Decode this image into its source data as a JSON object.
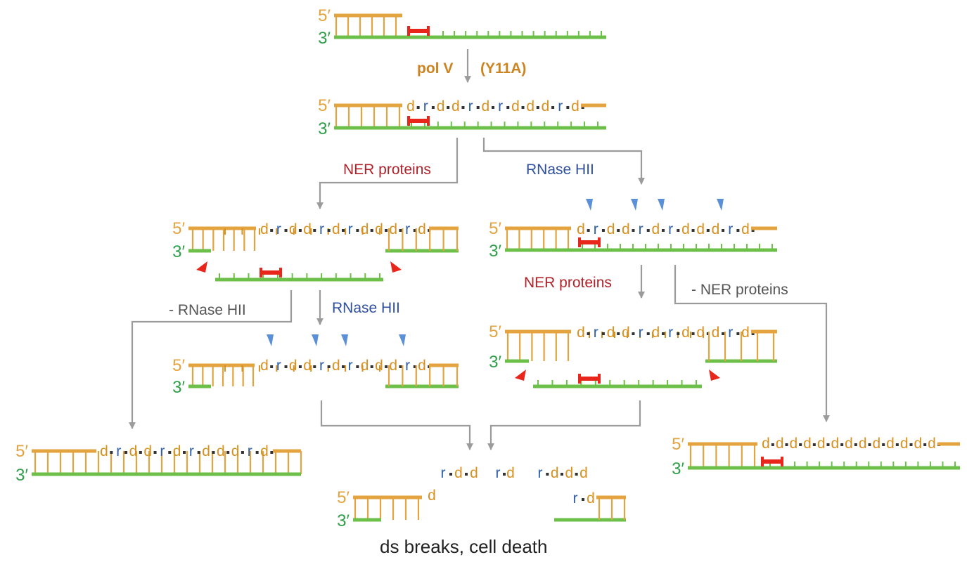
{
  "colors": {
    "dna_strand": "#E3A33E",
    "template_strand": "#6CC04A",
    "template_label": "#2E9E48",
    "d_nuc": "#D8901F",
    "r_nuc": "#2F5FA8",
    "lesion": "#E8261B",
    "ner_cut": "#E8261B",
    "rnase_cut": "#5B8FD6",
    "arrow": "#9B9B9B",
    "ner_label": "#B0222A",
    "rnase_label": "#2F4F9F",
    "minus_label": "#555555",
    "polv_label": "#CC8420",
    "caption": "#222222"
  },
  "strand_labels": {
    "five_prime": "5′",
    "three_prime": "3′"
  },
  "labels": {
    "pol_v": "pol V",
    "y11a": "(Y11A)",
    "ner_proteins_left": "NER proteins",
    "rnase_hii_right": "RNase HII",
    "minus_rnase_hii": "- RNase HII",
    "rnase_hii_mid": "RNase HII",
    "ner_proteins_mid": "NER proteins",
    "minus_ner_proteins": "- NER proteins",
    "caption": "ds breaks, cell death"
  },
  "insert_sequences": {
    "rnd_mix": [
      "d",
      "r",
      "d",
      "d",
      "r",
      "d",
      "r",
      "d",
      "d",
      "d",
      "r",
      "d"
    ],
    "all_d": [
      "d",
      "d",
      "d",
      "d",
      "d",
      "d",
      "d",
      "d",
      "d",
      "d",
      "d",
      "d",
      "d"
    ],
    "fragment_a": [
      "r",
      "d",
      "d"
    ],
    "fragment_b": [
      "r",
      "d"
    ],
    "fragment_c": [
      "r",
      "d",
      "d",
      "d"
    ],
    "fragment_d": [
      "r",
      "d"
    ],
    "fragment_lone": [
      "d"
    ]
  }
}
